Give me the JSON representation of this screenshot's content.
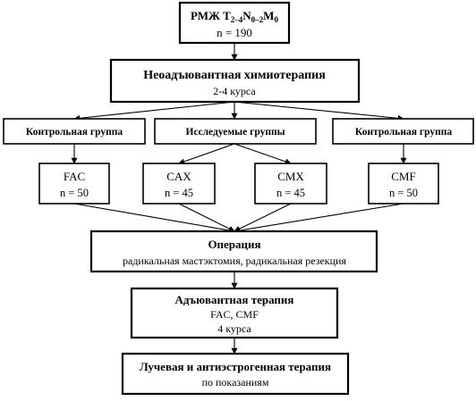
{
  "nodes": {
    "start": {
      "prefix": "РМЖ T",
      "t_sub": "2–4",
      "n_letter": "N",
      "n_sub": "0–2",
      "m_letter": "M",
      "m_sub": "0",
      "count": "n = 190"
    },
    "neoadjuvant": {
      "title": "Неоадъювантная химиотерапия",
      "detail": "2-4 курса"
    },
    "control_left": {
      "label": "Контрольная группа"
    },
    "study": {
      "label": "Исследуемые группы"
    },
    "control_right": {
      "label": "Контрольная группа"
    },
    "fac": {
      "name": "FAC",
      "count": "n = 50"
    },
    "cax": {
      "name": "CAX",
      "count": "n = 45"
    },
    "cmx": {
      "name": "CMX",
      "count": "n = 45"
    },
    "cmf": {
      "name": "CMF",
      "count": "n = 50"
    },
    "operation": {
      "title": "Операция",
      "detail": "радикальная мастэктомия, радикальная резекция"
    },
    "adjuvant": {
      "title": "Адъювантная терапия",
      "detail1": "FAC, CMF",
      "detail2": "4 курса"
    },
    "radiation": {
      "title": "Лучевая и антиэстрогенная терапия",
      "detail": "по показаниям"
    }
  }
}
